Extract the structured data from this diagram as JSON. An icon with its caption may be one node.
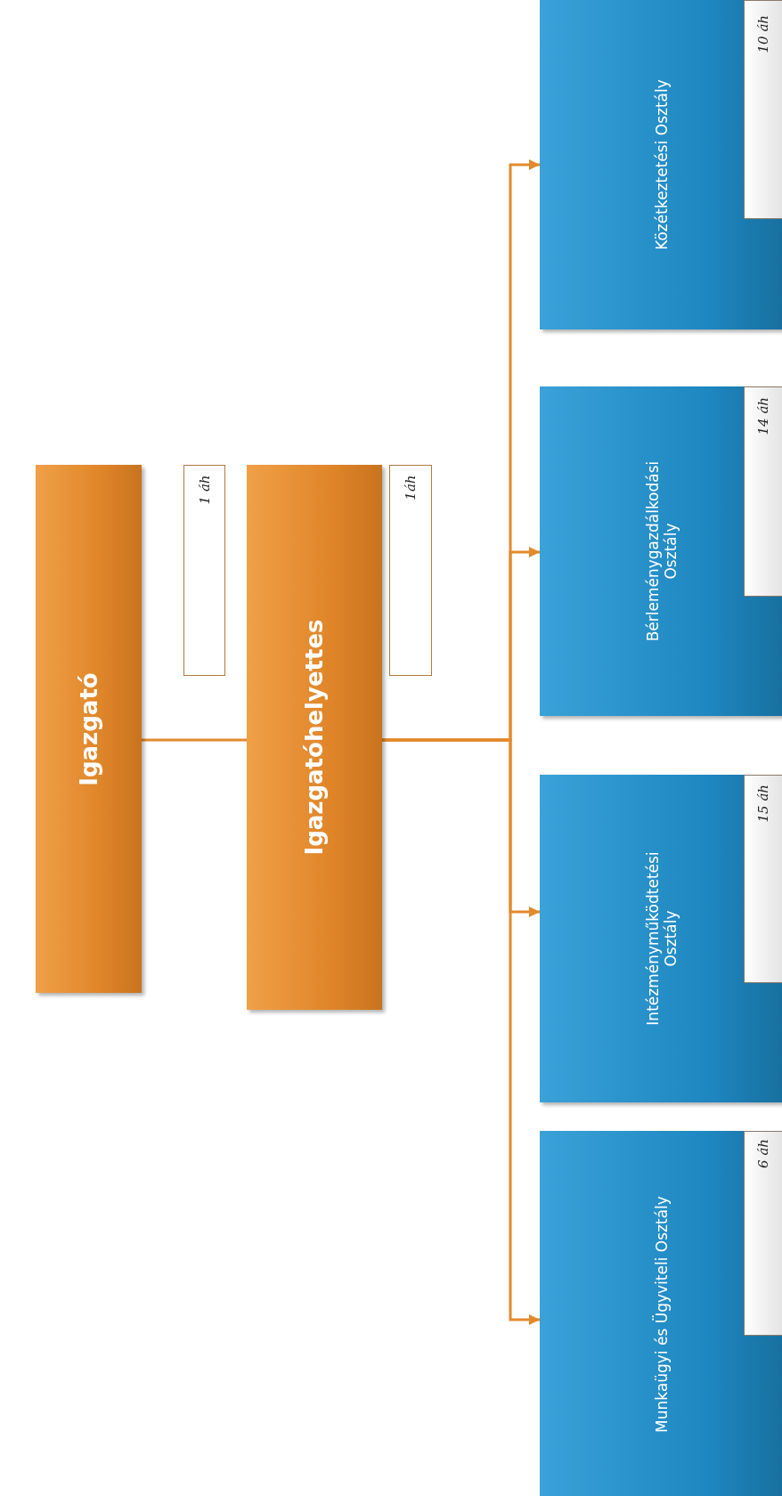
{
  "diagram": {
    "nodes": [
      {
        "text": [
          "Igazgató"
        ]
      },
      {
        "text": [
          "1 áh"
        ]
      },
      {
        "text": [
          "Igazgatóhelyettes"
        ]
      },
      {
        "text": [
          "1áh"
        ]
      },
      {
        "text": [
          "Munkaügyi és Ügyviteli Osztály"
        ]
      },
      {
        "text": [
          "6 áh"
        ],
        "in": 4
      },
      {
        "text": [
          "Intézményműködtetési Osztály"
        ]
      },
      {
        "text": [
          "15 áh"
        ],
        "in": 6
      },
      {
        "text": [
          "Bérleménygazdálkodási Osztály"
        ]
      },
      {
        "text": [
          "14 áh"
        ],
        "in": 8
      },
      {
        "text": [
          "Közétkeztetési Osztály"
        ]
      },
      {
        "text": [
          "10 áh"
        ],
        "in": 10
      }
    ],
    "edges": [
      {
        "from": 0,
        "to": 2,
        "arrow": "none"
      },
      {
        "from": 2,
        "to": 4,
        "arrow": "to"
      },
      {
        "from": 2,
        "to": 6,
        "arrow": "to"
      },
      {
        "from": 2,
        "to": 8,
        "arrow": "to"
      },
      {
        "from": 2,
        "to": 10,
        "arrow": "to"
      }
    ]
  }
}
